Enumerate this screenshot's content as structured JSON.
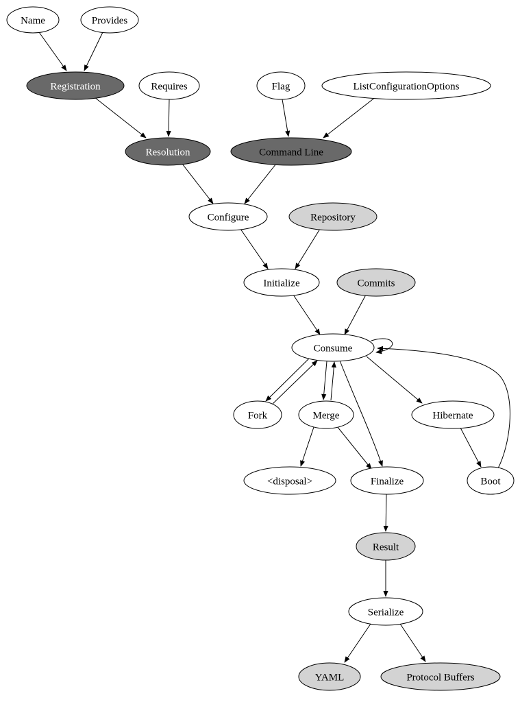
{
  "diagram": {
    "colors": {
      "dark": "#696969",
      "light": "#d3d3d3",
      "white": "#ffffff",
      "text_black": "#000000",
      "text_white": "#ffffff"
    },
    "nodes": {
      "name": {
        "label": "Name"
      },
      "provides": {
        "label": "Provides"
      },
      "registration": {
        "label": "Registration"
      },
      "requires": {
        "label": "Requires"
      },
      "flag": {
        "label": "Flag"
      },
      "list_configuration_options": {
        "label": "ListConfigurationOptions"
      },
      "resolution": {
        "label": "Resolution"
      },
      "command_line": {
        "label": "Command Line"
      },
      "configure": {
        "label": "Configure"
      },
      "repository": {
        "label": "Repository"
      },
      "initialize": {
        "label": "Initialize"
      },
      "commits": {
        "label": "Commits"
      },
      "consume": {
        "label": "Consume"
      },
      "fork": {
        "label": "Fork"
      },
      "merge": {
        "label": "Merge"
      },
      "hibernate": {
        "label": "Hibernate"
      },
      "disposal": {
        "label": "<disposal>"
      },
      "finalize": {
        "label": "Finalize"
      },
      "boot": {
        "label": "Boot"
      },
      "result": {
        "label": "Result"
      },
      "serialize": {
        "label": "Serialize"
      },
      "yaml": {
        "label": "YAML"
      },
      "protocol_buffers": {
        "label": "Protocol Buffers"
      }
    },
    "edges": [
      {
        "from": "Name",
        "to": "Registration"
      },
      {
        "from": "Provides",
        "to": "Registration"
      },
      {
        "from": "Registration",
        "to": "Resolution"
      },
      {
        "from": "Requires",
        "to": "Resolution"
      },
      {
        "from": "Flag",
        "to": "Command Line"
      },
      {
        "from": "ListConfigurationOptions",
        "to": "Command Line"
      },
      {
        "from": "Resolution",
        "to": "Configure"
      },
      {
        "from": "Command Line",
        "to": "Configure"
      },
      {
        "from": "Configure",
        "to": "Initialize"
      },
      {
        "from": "Repository",
        "to": "Initialize"
      },
      {
        "from": "Initialize",
        "to": "Consume"
      },
      {
        "from": "Commits",
        "to": "Consume"
      },
      {
        "from": "Consume",
        "to": "Fork"
      },
      {
        "from": "Fork",
        "to": "Consume"
      },
      {
        "from": "Consume",
        "to": "Merge"
      },
      {
        "from": "Merge",
        "to": "Consume"
      },
      {
        "from": "Consume",
        "to": "Consume"
      },
      {
        "from": "Consume",
        "to": "Hibernate"
      },
      {
        "from": "Consume",
        "to": "Finalize"
      },
      {
        "from": "Merge",
        "to": "<disposal>"
      },
      {
        "from": "Merge",
        "to": "Finalize"
      },
      {
        "from": "Hibernate",
        "to": "Boot"
      },
      {
        "from": "Boot",
        "to": "Consume"
      },
      {
        "from": "Finalize",
        "to": "Result"
      },
      {
        "from": "Result",
        "to": "Serialize"
      },
      {
        "from": "Serialize",
        "to": "YAML"
      },
      {
        "from": "Serialize",
        "to": "Protocol Buffers"
      }
    ]
  }
}
